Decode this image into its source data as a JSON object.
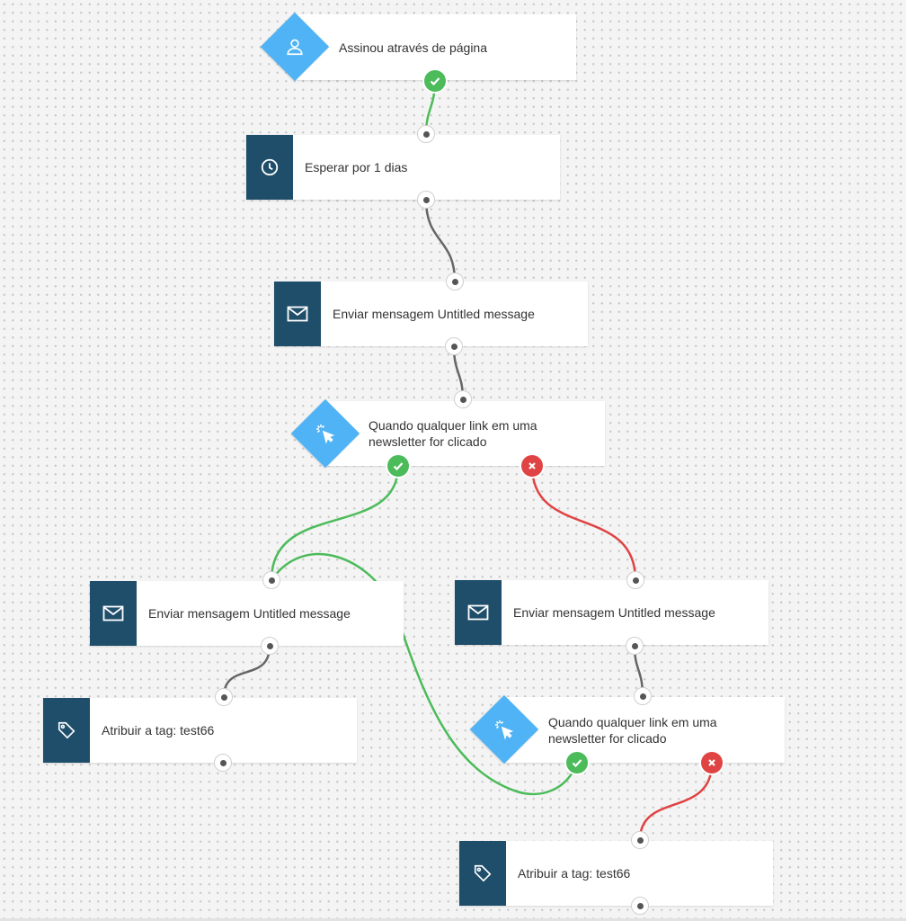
{
  "nodes": {
    "trigger": {
      "label": "Assinou através de página",
      "icon": "user-icon"
    },
    "wait": {
      "label": "Esperar por 1 dias",
      "icon": "clock-icon"
    },
    "send1": {
      "label": "Enviar mensagem Untitled message",
      "icon": "envelope-icon"
    },
    "cond1": {
      "label_line1": "Quando qualquer link em uma",
      "label_line2": "newsletter for clicado",
      "icon": "cursor-click-icon"
    },
    "send_left": {
      "label": "Enviar mensagem Untitled message",
      "icon": "envelope-icon"
    },
    "send_right": {
      "label": "Enviar mensagem Untitled message",
      "icon": "envelope-icon"
    },
    "tag_left": {
      "label": "Atribuir a tag: test66",
      "icon": "tag-icon"
    },
    "cond2": {
      "label_line1": "Quando qualquer link em uma",
      "label_line2": "newsletter for clicado",
      "icon": "cursor-click-icon"
    },
    "tag_bottom": {
      "label": "Atribuir a tag: test66",
      "icon": "tag-icon"
    }
  },
  "colors": {
    "action_block": "#1f4e6b",
    "trigger_diamond": "#4fb3f5",
    "yes_path": "#4cbb5a",
    "no_path": "#e04343",
    "neutral_path": "#666666"
  }
}
